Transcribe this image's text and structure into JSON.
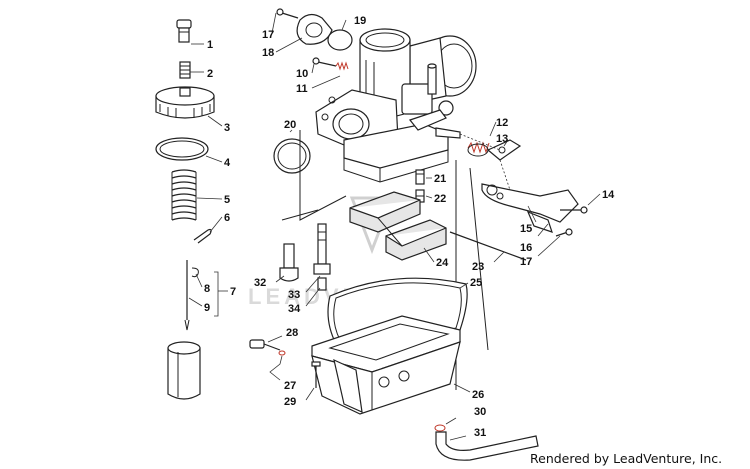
{
  "callouts": [
    "1",
    "2",
    "3",
    "4",
    "5",
    "6",
    "7",
    "8",
    "9",
    "10",
    "11",
    "12",
    "13",
    "14",
    "15",
    "16",
    "17",
    "17",
    "18",
    "19",
    "20",
    "21",
    "22",
    "23",
    "24",
    "25",
    "26",
    "27",
    "28",
    "29",
    "30",
    "31",
    "32",
    "33",
    "34"
  ],
  "watermark": "LEADVENTURE",
  "credit": "Rendered by LeadVenture, Inc.",
  "colors": {
    "line": "#222222",
    "leader": "#333333",
    "accent": "#c0392b",
    "watermark": "#bdbdbd"
  }
}
